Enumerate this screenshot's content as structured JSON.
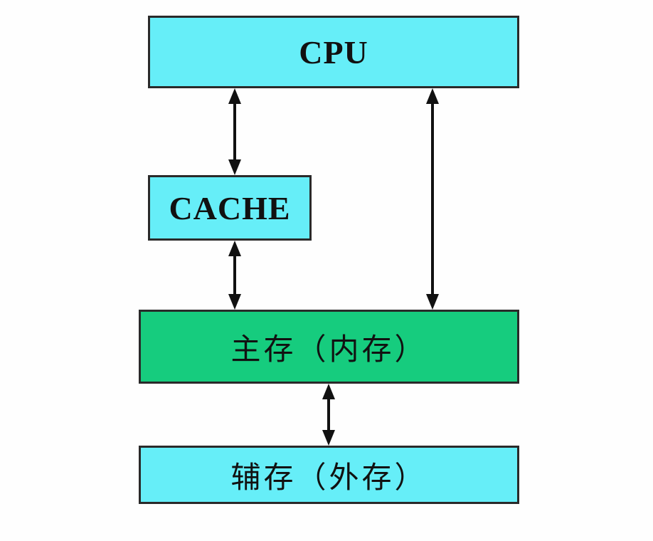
{
  "nodes": {
    "cpu": "CPU",
    "cache": "CACHE",
    "main_memory": "主存（内存）",
    "aux_memory": "辅存（外存）"
  },
  "edges": [
    {
      "from": "cpu",
      "to": "cache",
      "direction": "bidirectional"
    },
    {
      "from": "cpu",
      "to": "main_memory",
      "direction": "bidirectional"
    },
    {
      "from": "cache",
      "to": "main_memory",
      "direction": "bidirectional"
    },
    {
      "from": "main_memory",
      "to": "aux_memory",
      "direction": "bidirectional"
    }
  ],
  "colors": {
    "cpu_fill": "#66eef8",
    "cache_fill": "#66eef8",
    "main_memory_fill": "#16cc7e",
    "aux_memory_fill": "#66eef8",
    "border": "#2a2a2a",
    "arrow": "#111111"
  }
}
